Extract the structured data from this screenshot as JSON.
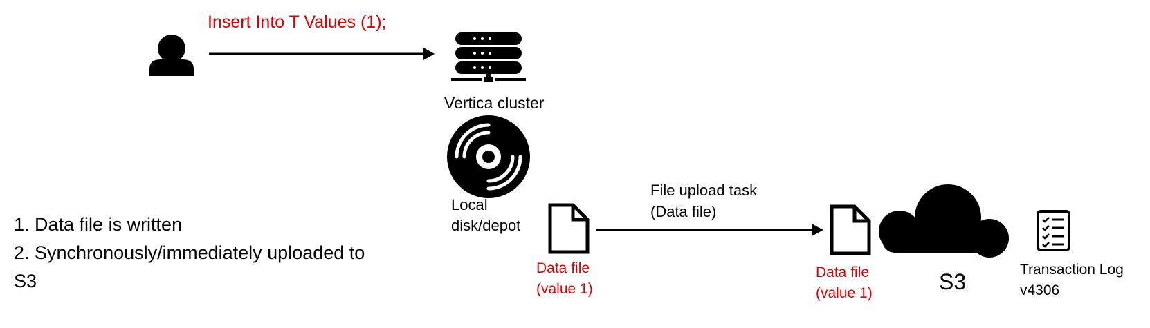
{
  "labels": {
    "sql_statement": "Insert Into  T Values (1);",
    "cluster": "Vertica cluster",
    "local_disk_line1": "Local",
    "local_disk_line2": "disk/depot",
    "upload_task_line1": "File upload task",
    "upload_task_line2": "(Data file)",
    "data_file_local_line1": "Data file",
    "data_file_local_line2": "(value 1)",
    "data_file_s3_line1": "Data file",
    "data_file_s3_line2": "(value 1)",
    "storage": "S3",
    "transaction_log_line1": "Transaction Log",
    "transaction_log_line2": "v4306"
  },
  "notes": [
    "1. Data file is written",
    "2. Synchronously/immediately uploaded to",
    "S3"
  ],
  "icons": {
    "user": "user-icon",
    "server": "server-icon",
    "disk": "disk-icon",
    "file": "file-icon",
    "cloud": "cloud-icon",
    "log": "checklist-icon"
  },
  "colors": {
    "accent_text": "#e00000",
    "icon": "#000000"
  }
}
